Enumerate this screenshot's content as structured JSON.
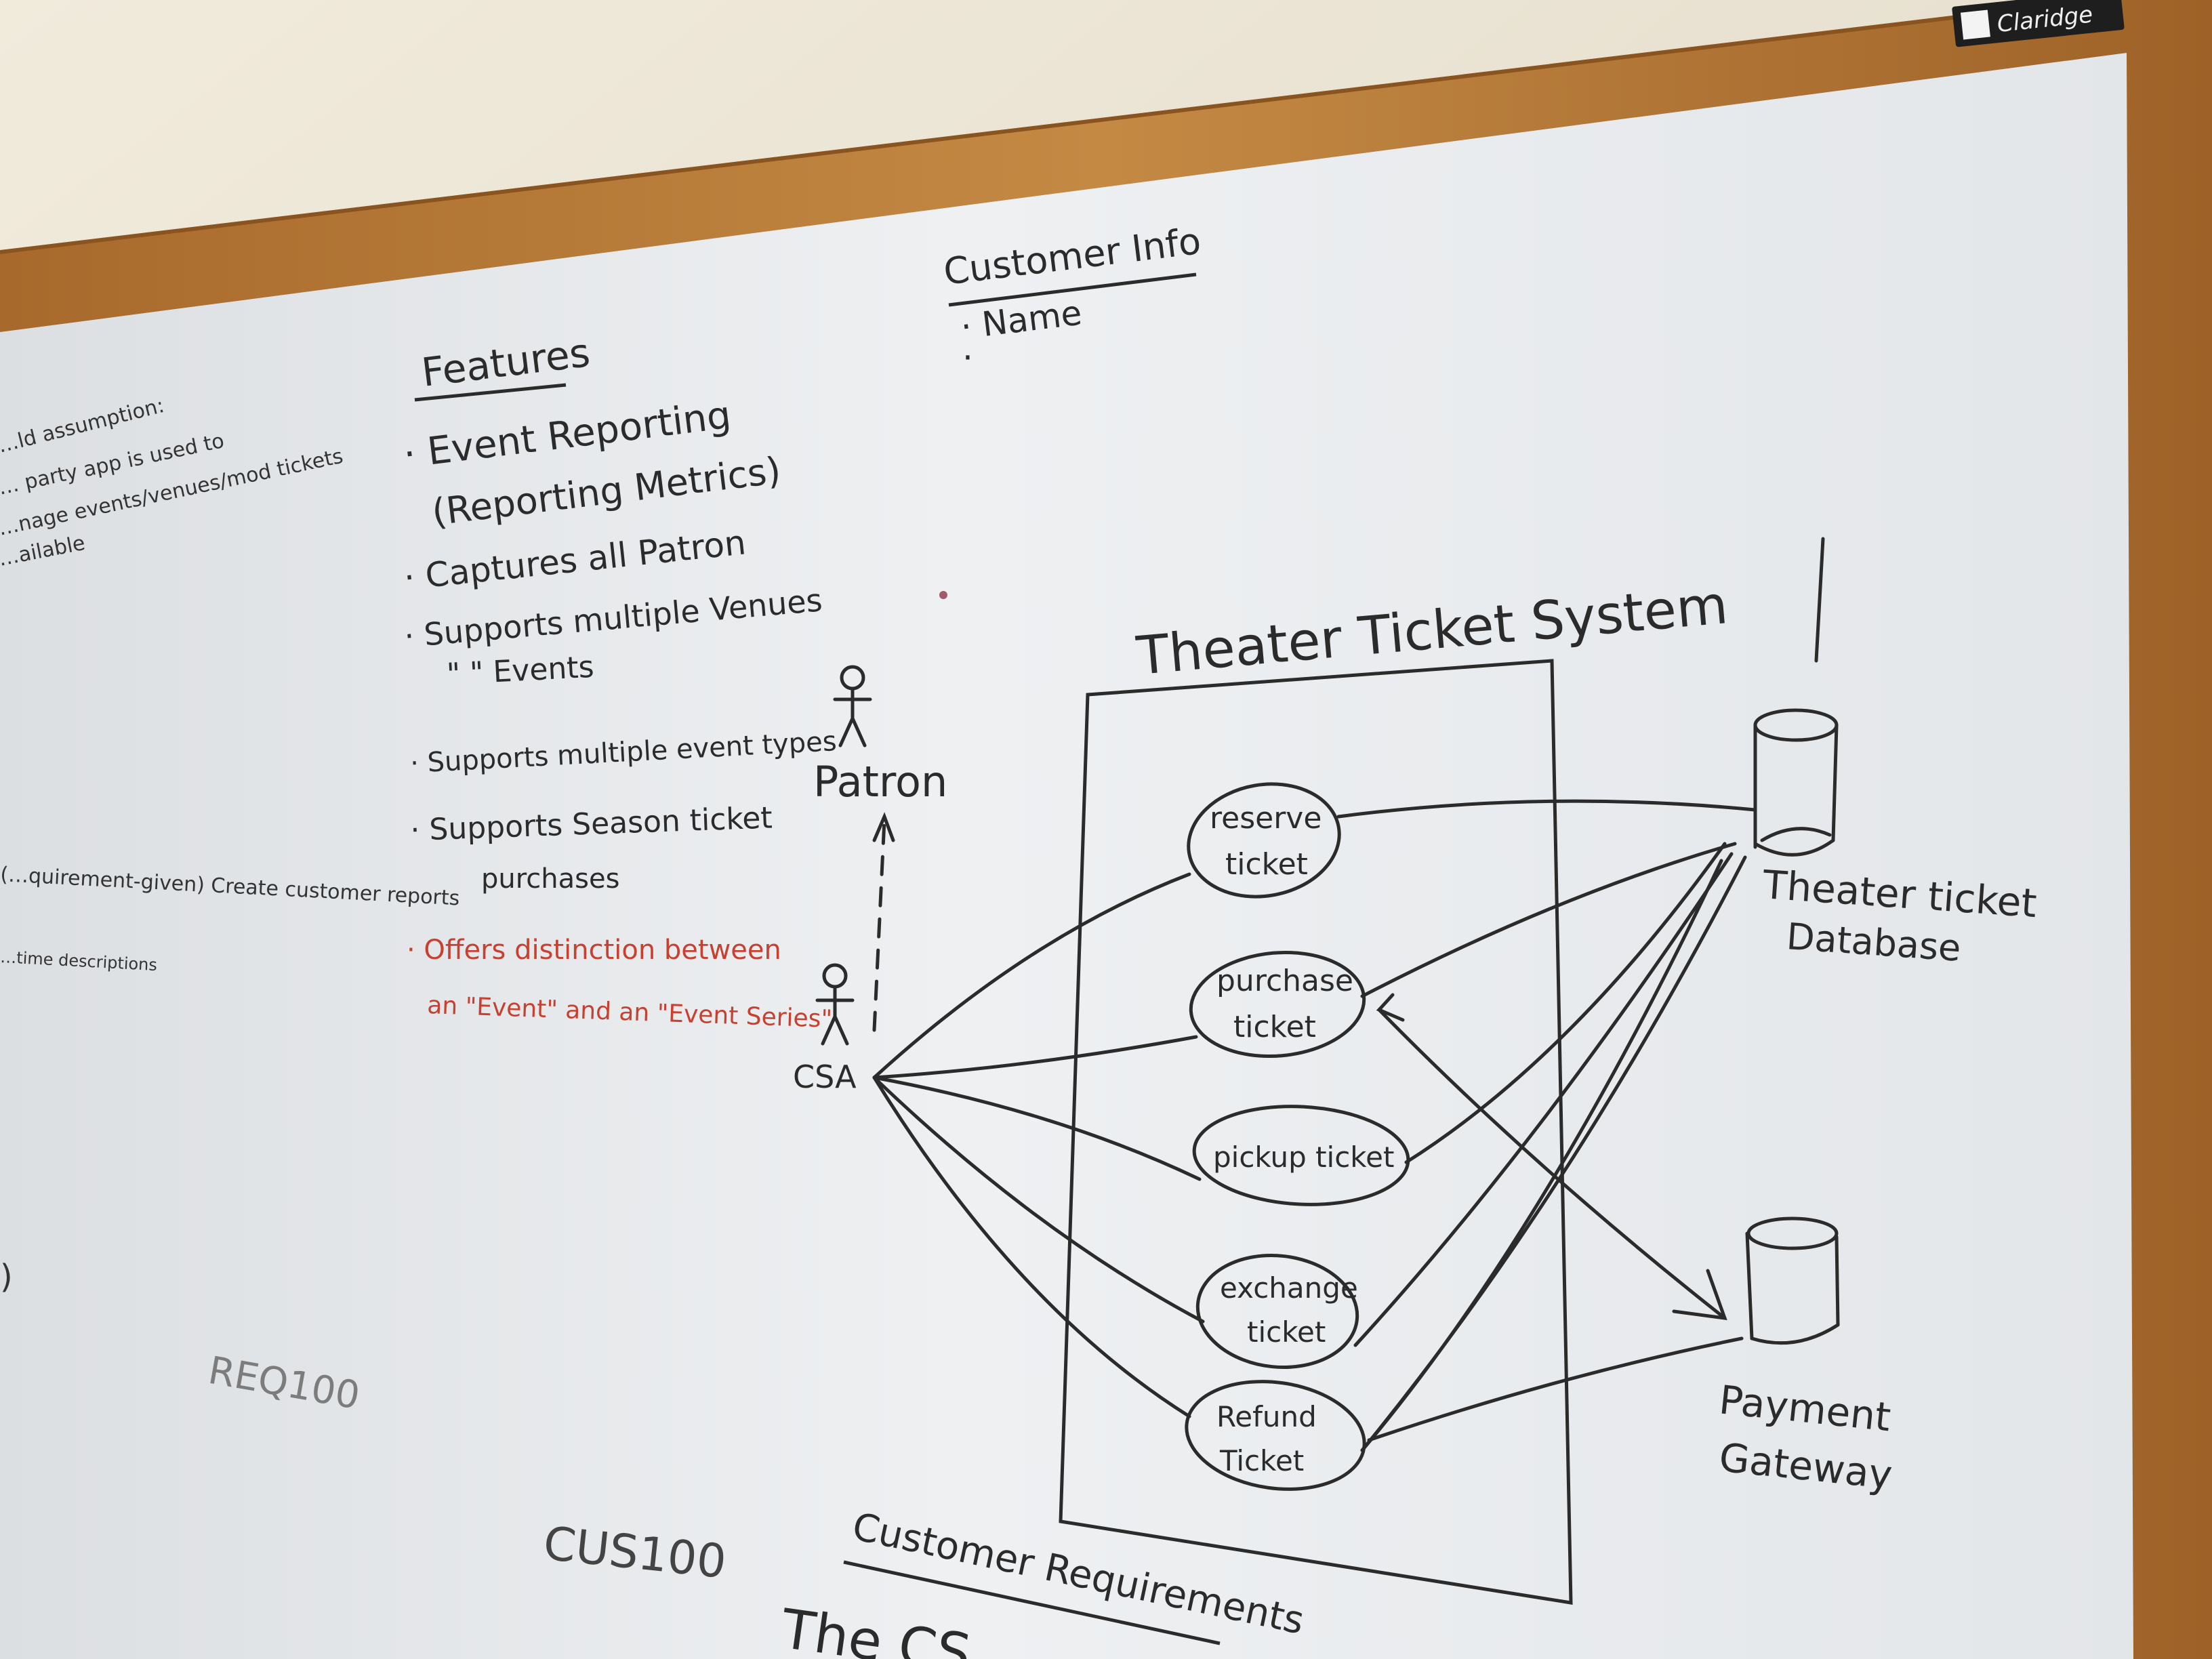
{
  "brand": "Claridge",
  "colors": {
    "wall": "#e7e0cf",
    "frame": "#b97a33",
    "board": "#e9ecef",
    "ink": "#2b2b2b",
    "red_marker": "#c8402f"
  },
  "left_notes": {
    "heading": "…ld assumption:",
    "lines": [
      "… party app is used to",
      "…nage events/venues/mod tickets",
      "…ailable"
    ],
    "bullets": [
      "(…quirement-given) Create customer reports",
      "…time descriptions"
    ],
    "scribble": "REQ100",
    "bottom_mark": "CUS100"
  },
  "features": {
    "title": "Features",
    "items": [
      "· Event Reporting",
      "(Reporting Metrics)",
      "· Captures all Patron",
      "· Supports multiple Venues",
      "\"          \"      Events",
      "· Supports multiple event types",
      "· Supports Season ticket",
      "purchases"
    ],
    "red_items": [
      "· Offers distinction between",
      "an \"Event\" and an \"Event Series\""
    ]
  },
  "customer_info": {
    "title": "Customer Info",
    "items": [
      "· Name",
      "·"
    ]
  },
  "diagram": {
    "title": "Theater Ticket System",
    "actors": [
      "Patron",
      "CSA"
    ],
    "use_cases": [
      "reserve ticket",
      "purchase ticket",
      "pickup ticket",
      "exchange ticket",
      "Refund Ticket"
    ],
    "systems": [
      "Theater ticket Database",
      "Payment Gateway"
    ]
  },
  "bottom": {
    "title": "Customer Requirements",
    "text": "The CS…"
  }
}
